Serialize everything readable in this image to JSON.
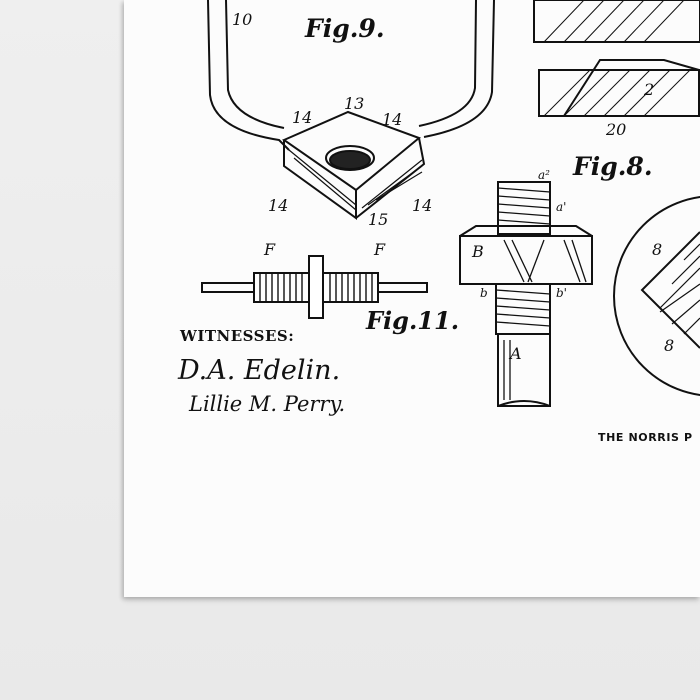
{
  "figures": {
    "fig9": "Fig.9.",
    "fig8": "Fig.8.",
    "fig11": "Fig.11."
  },
  "witnesses": {
    "heading": "WITNESSES:",
    "signature_1": "D.A. Edelin.",
    "signature_2": "Lillie M. Perry."
  },
  "printer_credit": "THE NORRIS P",
  "reference_numerals": {
    "n10": "10",
    "n13": "13",
    "n14a": "14",
    "n14b": "14",
    "n14c": "14",
    "n14d": "14",
    "n15": "15",
    "n20": "20",
    "n2": "2",
    "n8a": "8",
    "n8b": "8",
    "fa": "F",
    "fb": "F",
    "ba": "B",
    "aa": "A",
    "a2": "a²",
    "a1": "a'",
    "b1": "b",
    "b2": "b'"
  }
}
